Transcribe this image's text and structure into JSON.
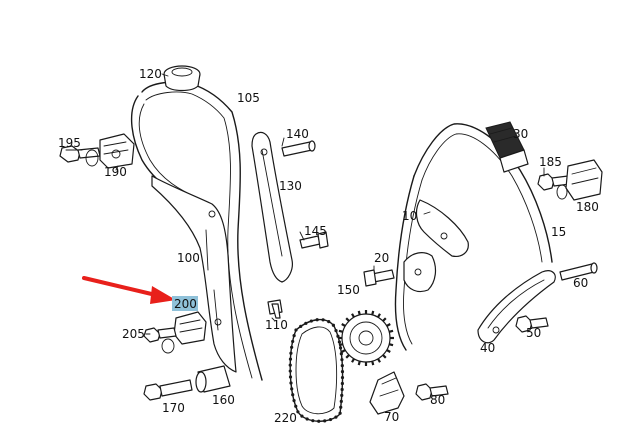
{
  "diagram": {
    "labels": {
      "p120": "120",
      "p105": "105",
      "p195": "195",
      "p190": "190",
      "p140": "140",
      "p130": "130",
      "p145": "145",
      "p100": "100",
      "p200": "200",
      "p205": "205",
      "p110": "110",
      "p170": "170",
      "p160": "160",
      "p220": "220",
      "p150": "150",
      "p20": "20",
      "p10": "10",
      "p30": "30",
      "p185": "185",
      "p180": "180",
      "p15": "15",
      "p60": "60",
      "p50": "50",
      "p40": "40",
      "p70": "70",
      "p80": "80"
    },
    "highlight": {
      "part": "200",
      "color": "#8fc1d9"
    },
    "arrow_color": "#e8201b",
    "line_color": "#1a1a1a"
  }
}
